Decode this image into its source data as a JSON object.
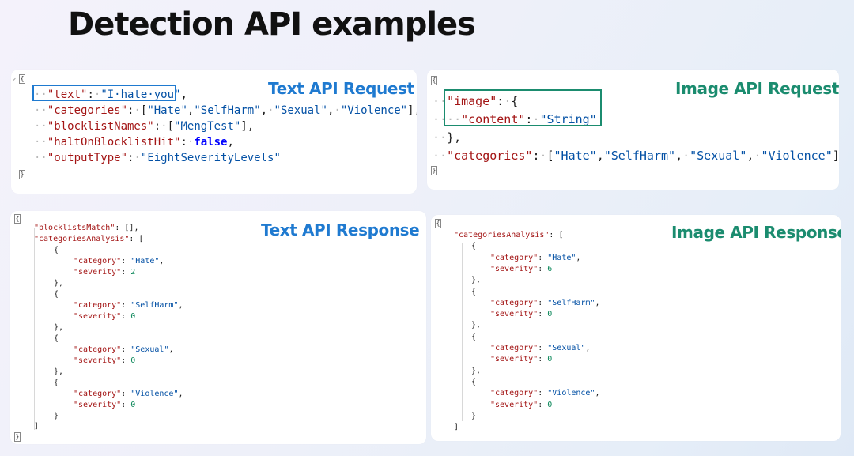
{
  "page": {
    "title": "Detection API examples"
  },
  "colors": {
    "blue_accent": "#1f7ad0",
    "green_accent": "#1b8c6f",
    "key": "#a31515",
    "string": "#0451a5",
    "number": "#098658",
    "boolean": "#0000ff"
  },
  "panels": {
    "text_request": {
      "label": "Text API Request",
      "open_brace": "{",
      "close_brace": "}",
      "lines": [
        [
          {
            "t": "\"text\"",
            "c": "k"
          },
          {
            "t": ":",
            "c": "p"
          },
          {
            "t": "·",
            "c": "ws"
          },
          {
            "t": "\"I·hate·you\"",
            "c": "s"
          },
          {
            "t": ",",
            "c": "p"
          }
        ],
        [
          {
            "t": "\"categories\"",
            "c": "k"
          },
          {
            "t": ":",
            "c": "p"
          },
          {
            "t": "·",
            "c": "ws"
          },
          {
            "t": "[",
            "c": "p"
          },
          {
            "t": "\"Hate\"",
            "c": "s"
          },
          {
            "t": ",",
            "c": "p"
          },
          {
            "t": "\"SelfHarm\"",
            "c": "s"
          },
          {
            "t": ",",
            "c": "p"
          },
          {
            "t": "·",
            "c": "ws"
          },
          {
            "t": "\"Sexual\"",
            "c": "s"
          },
          {
            "t": ",",
            "c": "p"
          },
          {
            "t": "·",
            "c": "ws"
          },
          {
            "t": "\"Violence\"",
            "c": "s"
          },
          {
            "t": "],",
            "c": "p"
          }
        ],
        [
          {
            "t": "\"blocklistNames\"",
            "c": "k"
          },
          {
            "t": ":",
            "c": "p"
          },
          {
            "t": "·",
            "c": "ws"
          },
          {
            "t": "[",
            "c": "p"
          },
          {
            "t": "\"MengTest\"",
            "c": "s"
          },
          {
            "t": "],",
            "c": "p"
          }
        ],
        [
          {
            "t": "\"haltOnBlocklistHit\"",
            "c": "k"
          },
          {
            "t": ":",
            "c": "p"
          },
          {
            "t": "·",
            "c": "ws"
          },
          {
            "t": "false",
            "c": "b"
          },
          {
            "t": ",",
            "c": "p"
          }
        ],
        [
          {
            "t": "\"outputType\"",
            "c": "k"
          },
          {
            "t": ":",
            "c": "p"
          },
          {
            "t": "·",
            "c": "ws"
          },
          {
            "t": "\"EightSeverityLevels\"",
            "c": "s"
          }
        ]
      ]
    },
    "image_request": {
      "label": "Image API Request",
      "open_brace": "{",
      "close_brace": "}",
      "lines": [
        [
          {
            "t": "\"image\"",
            "c": "k"
          },
          {
            "t": ":",
            "c": "p"
          },
          {
            "t": "·",
            "c": "ws"
          },
          {
            "t": "{",
            "c": "p"
          }
        ],
        [
          {
            "t": "\"content\"",
            "c": "k"
          },
          {
            "t": ":",
            "c": "p"
          },
          {
            "t": "·",
            "c": "ws"
          },
          {
            "t": "\"String\"",
            "c": "s"
          }
        ],
        [
          {
            "t": "},",
            "c": "p"
          }
        ],
        [
          {
            "t": "\"categories\"",
            "c": "k"
          },
          {
            "t": ":",
            "c": "p"
          },
          {
            "t": "·",
            "c": "ws"
          },
          {
            "t": "[",
            "c": "p"
          },
          {
            "t": "\"Hate\"",
            "c": "s"
          },
          {
            "t": ",",
            "c": "p"
          },
          {
            "t": "\"SelfHarm\"",
            "c": "s"
          },
          {
            "t": ",",
            "c": "p"
          },
          {
            "t": "·",
            "c": "ws"
          },
          {
            "t": "\"Sexual\"",
            "c": "s"
          },
          {
            "t": ",",
            "c": "p"
          },
          {
            "t": "·",
            "c": "ws"
          },
          {
            "t": "\"Violence\"",
            "c": "s"
          },
          {
            "t": "]",
            "c": "p"
          }
        ]
      ]
    },
    "text_response": {
      "label": "Text API Response",
      "open_brace": "{",
      "close_brace": "}",
      "lines": [
        [
          {
            "t": "\"blocklistsMatch\"",
            "c": "k"
          },
          {
            "t": ": [],",
            "c": "p"
          }
        ],
        [
          {
            "t": "\"categoriesAnalysis\"",
            "c": "k"
          },
          {
            "t": ": [",
            "c": "p"
          }
        ],
        [
          {
            "t": "{",
            "c": "p"
          }
        ],
        [
          {
            "t": "\"category\"",
            "c": "k"
          },
          {
            "t": ": ",
            "c": "p"
          },
          {
            "t": "\"Hate\"",
            "c": "s"
          },
          {
            "t": ",",
            "c": "p"
          }
        ],
        [
          {
            "t": "\"severity\"",
            "c": "k"
          },
          {
            "t": ": ",
            "c": "p"
          },
          {
            "t": "2",
            "c": "n"
          }
        ],
        [
          {
            "t": "},",
            "c": "p"
          }
        ],
        [
          {
            "t": "{",
            "c": "p"
          }
        ],
        [
          {
            "t": "\"category\"",
            "c": "k"
          },
          {
            "t": ": ",
            "c": "p"
          },
          {
            "t": "\"SelfHarm\"",
            "c": "s"
          },
          {
            "t": ",",
            "c": "p"
          }
        ],
        [
          {
            "t": "\"severity\"",
            "c": "k"
          },
          {
            "t": ": ",
            "c": "p"
          },
          {
            "t": "0",
            "c": "n"
          }
        ],
        [
          {
            "t": "},",
            "c": "p"
          }
        ],
        [
          {
            "t": "{",
            "c": "p"
          }
        ],
        [
          {
            "t": "\"category\"",
            "c": "k"
          },
          {
            "t": ": ",
            "c": "p"
          },
          {
            "t": "\"Sexual\"",
            "c": "s"
          },
          {
            "t": ",",
            "c": "p"
          }
        ],
        [
          {
            "t": "\"severity\"",
            "c": "k"
          },
          {
            "t": ": ",
            "c": "p"
          },
          {
            "t": "0",
            "c": "n"
          }
        ],
        [
          {
            "t": "},",
            "c": "p"
          }
        ],
        [
          {
            "t": "{",
            "c": "p"
          }
        ],
        [
          {
            "t": "\"category\"",
            "c": "k"
          },
          {
            "t": ": ",
            "c": "p"
          },
          {
            "t": "\"Violence\"",
            "c": "s"
          },
          {
            "t": ",",
            "c": "p"
          }
        ],
        [
          {
            "t": "\"severity\"",
            "c": "k"
          },
          {
            "t": ": ",
            "c": "p"
          },
          {
            "t": "0",
            "c": "n"
          }
        ],
        [
          {
            "t": "}",
            "c": "p"
          }
        ],
        [
          {
            "t": "]",
            "c": "p"
          }
        ]
      ]
    },
    "image_response": {
      "label": "Image API Response",
      "open_brace": "{",
      "lines": [
        [
          {
            "t": "\"categoriesAnalysis\"",
            "c": "k"
          },
          {
            "t": ": [",
            "c": "p"
          }
        ],
        [
          {
            "t": "{",
            "c": "p"
          }
        ],
        [
          {
            "t": "\"category\"",
            "c": "k"
          },
          {
            "t": ": ",
            "c": "p"
          },
          {
            "t": "\"Hate\"",
            "c": "s"
          },
          {
            "t": ",",
            "c": "p"
          }
        ],
        [
          {
            "t": "\"severity\"",
            "c": "k"
          },
          {
            "t": ": ",
            "c": "p"
          },
          {
            "t": "6",
            "c": "n"
          }
        ],
        [
          {
            "t": "},",
            "c": "p"
          }
        ],
        [
          {
            "t": "{",
            "c": "p"
          }
        ],
        [
          {
            "t": "\"category\"",
            "c": "k"
          },
          {
            "t": ": ",
            "c": "p"
          },
          {
            "t": "\"SelfHarm\"",
            "c": "s"
          },
          {
            "t": ",",
            "c": "p"
          }
        ],
        [
          {
            "t": "\"severity\"",
            "c": "k"
          },
          {
            "t": ": ",
            "c": "p"
          },
          {
            "t": "0",
            "c": "n"
          }
        ],
        [
          {
            "t": "},",
            "c": "p"
          }
        ],
        [
          {
            "t": "{",
            "c": "p"
          }
        ],
        [
          {
            "t": "\"category\"",
            "c": "k"
          },
          {
            "t": ": ",
            "c": "p"
          },
          {
            "t": "\"Sexual\"",
            "c": "s"
          },
          {
            "t": ",",
            "c": "p"
          }
        ],
        [
          {
            "t": "\"severity\"",
            "c": "k"
          },
          {
            "t": ": ",
            "c": "p"
          },
          {
            "t": "0",
            "c": "n"
          }
        ],
        [
          {
            "t": "},",
            "c": "p"
          }
        ],
        [
          {
            "t": "{",
            "c": "p"
          }
        ],
        [
          {
            "t": "\"category\"",
            "c": "k"
          },
          {
            "t": ": ",
            "c": "p"
          },
          {
            "t": "\"Violence\"",
            "c": "s"
          },
          {
            "t": ",",
            "c": "p"
          }
        ],
        [
          {
            "t": "\"severity\"",
            "c": "k"
          },
          {
            "t": ": ",
            "c": "p"
          },
          {
            "t": "0",
            "c": "n"
          }
        ],
        [
          {
            "t": "}",
            "c": "p"
          }
        ],
        [
          {
            "t": "]",
            "c": "p"
          }
        ]
      ]
    }
  }
}
